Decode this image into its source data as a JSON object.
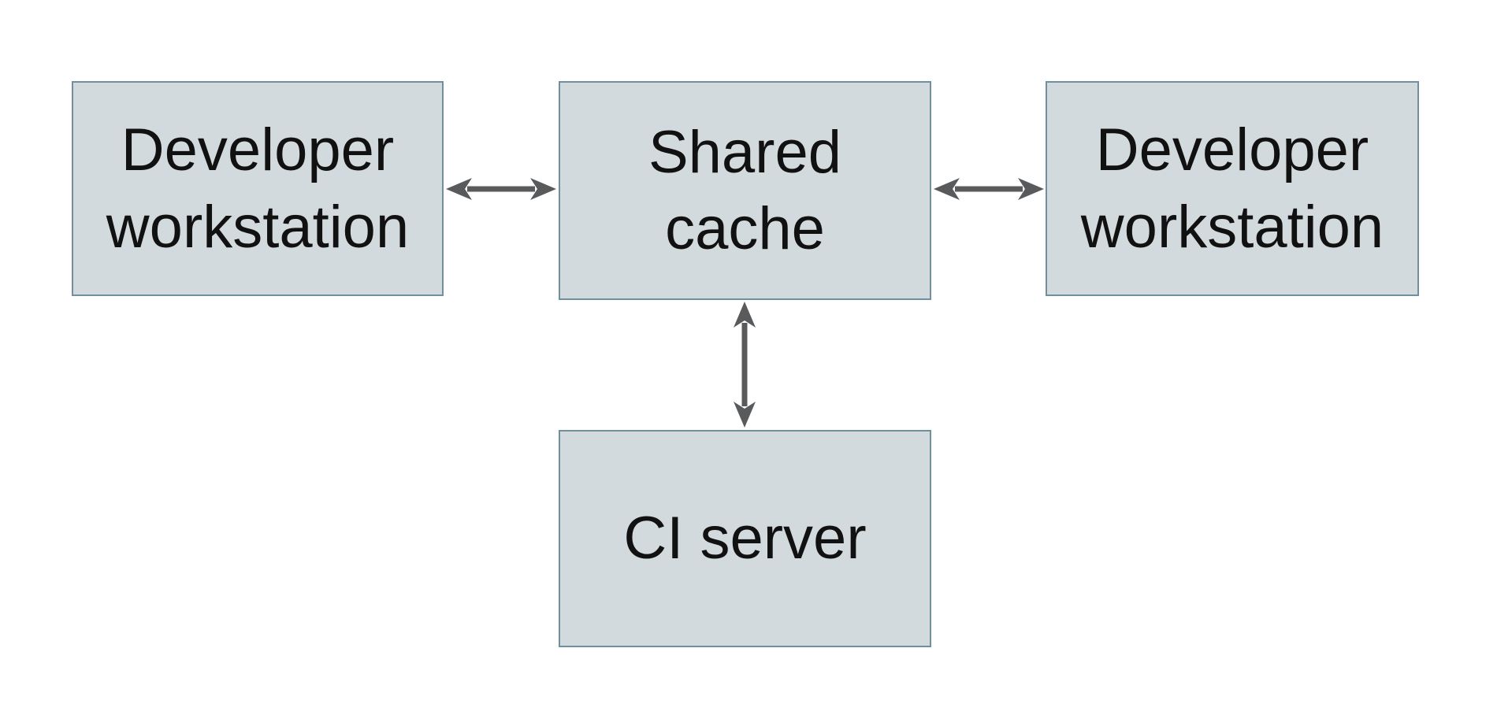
{
  "diagram": {
    "background": "#ffffff",
    "node_fill": "#d3dadd",
    "node_border": "#71909f",
    "arrow_color": "#595a5c",
    "text_color": "#111111",
    "nodes": [
      {
        "id": "developer-workstation-left",
        "label": "Developer\nworkstation"
      },
      {
        "id": "shared-cache",
        "label": "Shared\ncache"
      },
      {
        "id": "developer-workstation-right",
        "label": "Developer\nworkstation"
      },
      {
        "id": "ci-server",
        "label": "CI server"
      }
    ],
    "edges": [
      {
        "from": "developer-workstation-left",
        "to": "shared-cache",
        "direction": "bidirectional"
      },
      {
        "from": "shared-cache",
        "to": "developer-workstation-right",
        "direction": "bidirectional"
      },
      {
        "from": "shared-cache",
        "to": "ci-server",
        "direction": "bidirectional"
      }
    ]
  }
}
